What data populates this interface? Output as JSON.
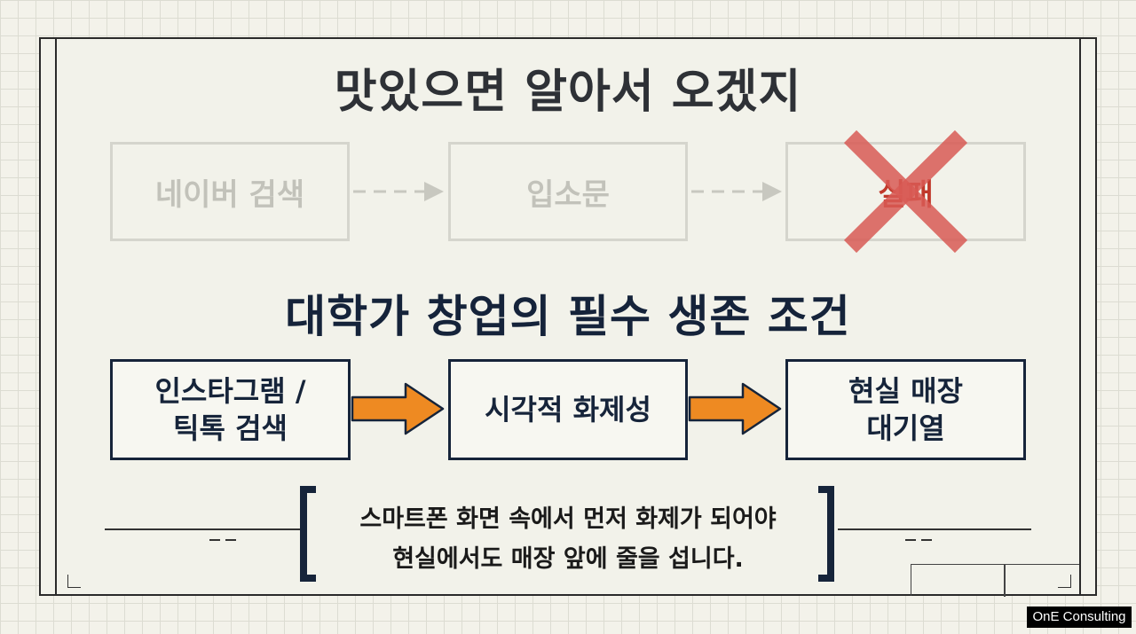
{
  "faded_section": {
    "title": "맛있으면 알아서 오겠지",
    "steps": [
      "네이버 검색",
      "입소문",
      "실패"
    ]
  },
  "main_section": {
    "title": "대학가 창업의 필수 생존 조건",
    "steps": [
      {
        "line1": "인스타그램 /",
        "line2": "틱톡 검색"
      },
      {
        "line1": "시각적 화제성",
        "line2": ""
      },
      {
        "line1": "현실 매장",
        "line2": "대기열"
      }
    ]
  },
  "caption": {
    "line1": "스마트폰 화면 속에서 먼저 화제가 되어야",
    "line2": "현실에서도 매장 앞에 줄을 섭니다."
  },
  "watermark": "OnE Consulting",
  "colors": {
    "navy": "#16243a",
    "orange": "#ee8a22",
    "fail_red": "#c0392b",
    "faded_gray": "#c2c2ba"
  },
  "icons": {
    "fail_mark": "x-mark-icon",
    "faded_connector": "dashed-arrow-icon",
    "main_connector": "orange-arrow-icon"
  }
}
